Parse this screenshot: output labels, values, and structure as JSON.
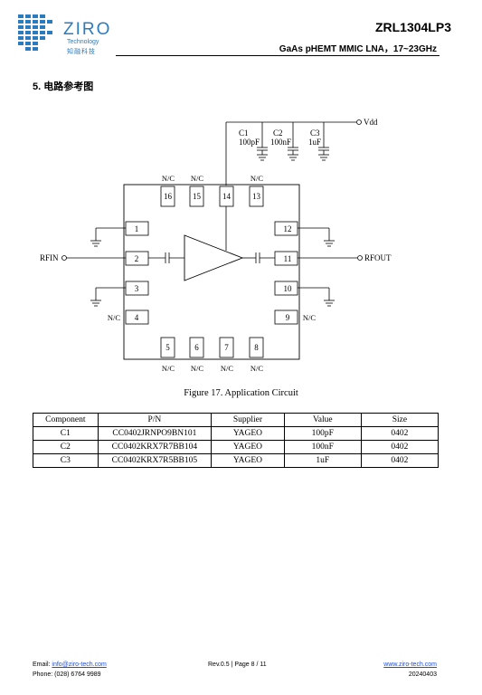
{
  "header": {
    "logo_text": "ZIRO",
    "logo_sub": "Technology",
    "logo_cn": "知融科技",
    "part_number": "ZRL1304LP3",
    "subtitle": "GaAs pHEMT MMIC LNA，17~23GHz"
  },
  "section_title": "5.  电路参考图",
  "circuit": {
    "vdd_label": "Vdd",
    "rfin_label": "RFIN",
    "rfout_label": "RFOUT",
    "capacitors": [
      {
        "name": "C1",
        "value": "100pF"
      },
      {
        "name": "C2",
        "value": "100nF"
      },
      {
        "name": "C3",
        "value": "1uF"
      }
    ],
    "pins": [
      "1",
      "2",
      "3",
      "4",
      "5",
      "6",
      "7",
      "8",
      "9",
      "10",
      "11",
      "12",
      "13",
      "14",
      "15",
      "16"
    ],
    "nc_label": "N/C"
  },
  "caption": "Figure 17. Application Circuit",
  "bom": {
    "headers": [
      "Component",
      "P/N",
      "Supplier",
      "Value",
      "Size"
    ],
    "rows": [
      [
        "C1",
        "CC0402JRNPO9BN101",
        "YAGEO",
        "100pF",
        "0402"
      ],
      [
        "C2",
        "CC0402KRX7R7BB104",
        "YAGEO",
        "100nF",
        "0402"
      ],
      [
        "C3",
        "CC0402KRX7R5BB105",
        "YAGEO",
        "1uF",
        "0402"
      ]
    ]
  },
  "footer": {
    "email_label": "Email:",
    "email": "info@ziro-tech.com",
    "phone_label": "Phone:",
    "phone": "(028) 6764 9989",
    "rev": "Rev.0.5 | Page 8 / 11",
    "website": "www.ziro-tech.com",
    "date": "20240403"
  },
  "colors": {
    "brand": "#2b7bbf",
    "link": "#1f4fd6"
  }
}
